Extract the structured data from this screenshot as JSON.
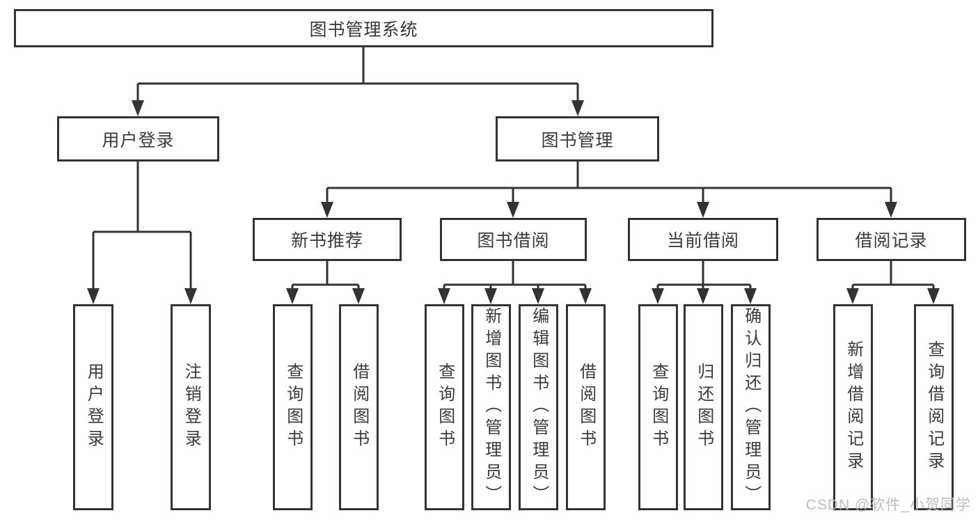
{
  "watermark": "CSDN @软件_小贺同学",
  "colors": {
    "line": "#333333",
    "text": "#3a3a3a",
    "watermark": "#bdbdbd",
    "background": "#ffffff"
  },
  "tree": {
    "root": "图书管理系统",
    "user_login": {
      "label": "用户登录",
      "leaves": [
        "用户登录",
        "注销登录"
      ]
    },
    "book_mgmt": {
      "label": "图书管理",
      "sections": [
        {
          "label": "新书推荐",
          "leaves": [
            "查询图书",
            "借阅图书"
          ]
        },
        {
          "label": "图书借阅",
          "leaves": [
            "查询图书",
            "新增图书（管理员）",
            "编辑图书（管理员）",
            "借阅图书"
          ]
        },
        {
          "label": "当前借阅",
          "leaves": [
            "查询图书",
            "归还图书",
            "确认归还（管理员）"
          ]
        },
        {
          "label": "借阅记录",
          "leaves": [
            "新增借阅记录",
            "查询借阅记录"
          ]
        }
      ]
    }
  }
}
